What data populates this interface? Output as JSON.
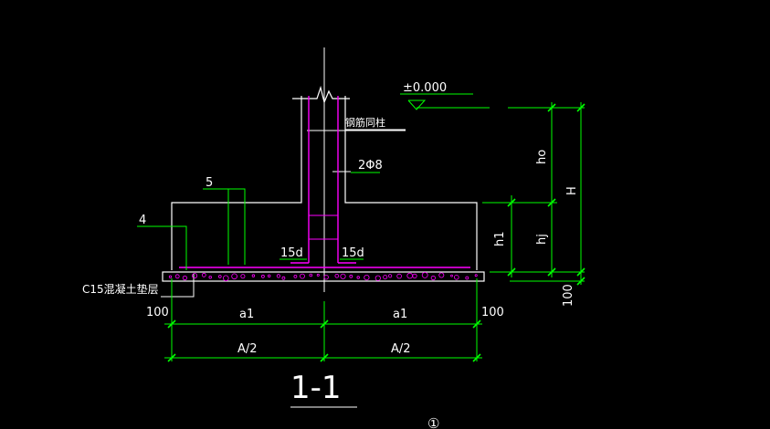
{
  "drawing": {
    "elevation_label": "±0.000",
    "column_label": "钢筋同柱",
    "bar_label": "2Φ8",
    "callout_5": "5",
    "callout_4": "4",
    "anchor_left": "15d",
    "anchor_right": "15d",
    "cushion_label": "C15混凝土垫层",
    "dim_100_left": "100",
    "dim_a1_left": "a1",
    "dim_a1_right": "a1",
    "dim_100_right": "100",
    "dim_A2_left": "A/2",
    "dim_A2_right": "A/2",
    "dim_h1": "h1",
    "dim_hj": "hj",
    "dim_ho": "ho",
    "dim_H": "H",
    "dim_100_bottom": "100",
    "section_label": "1-1",
    "axis_label": "①"
  },
  "colors": {
    "background": "#000000",
    "outline": "#ffffff",
    "rebar": "#ff00ff",
    "dimension": "#00ff00",
    "text": "#ffffff"
  }
}
